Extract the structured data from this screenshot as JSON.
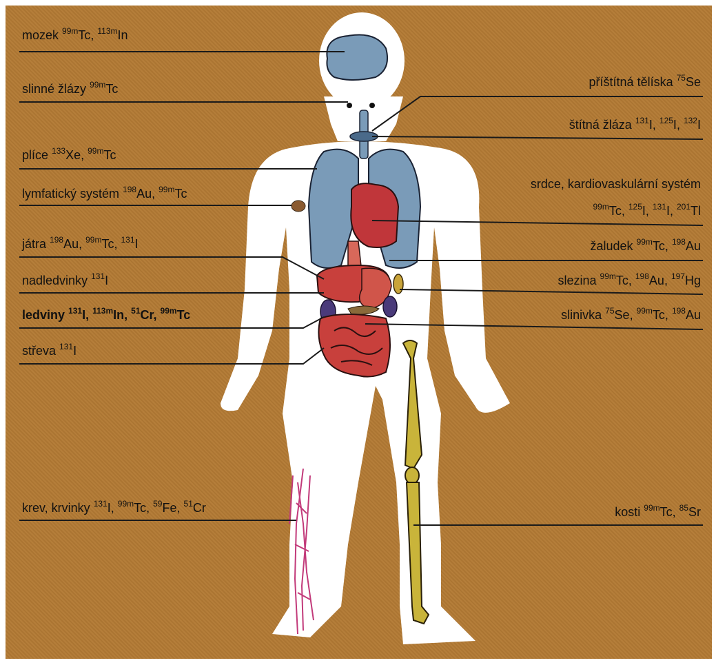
{
  "labels": {
    "mozek": {
      "text": "mozek",
      "iso": [
        [
          "99m",
          "Tc"
        ],
        [
          "113m",
          "In"
        ]
      ]
    },
    "slinne": {
      "text": "slinné žlázy",
      "iso": [
        [
          "99m",
          "Tc"
        ]
      ]
    },
    "plice": {
      "text": "plíce",
      "iso": [
        [
          "133",
          "Xe"
        ],
        [
          "99m",
          "Tc"
        ]
      ]
    },
    "lymf": {
      "text": "lymfatický systém",
      "iso": [
        [
          "198",
          "Au"
        ],
        [
          "99m",
          "Tc"
        ]
      ]
    },
    "jatra": {
      "text": "játra",
      "iso": [
        [
          "198",
          "Au"
        ],
        [
          "99m",
          "Tc"
        ],
        [
          "131",
          "I"
        ]
      ]
    },
    "nadled": {
      "text": "nadledvinky",
      "iso": [
        [
          "131",
          "I"
        ]
      ]
    },
    "ledviny": {
      "text": "ledviny",
      "iso": [
        [
          "131",
          "I"
        ],
        [
          "113m",
          "In"
        ],
        [
          "51",
          "Cr"
        ],
        [
          "99m",
          "Tc"
        ]
      ]
    },
    "streva": {
      "text": "střeva",
      "iso": [
        [
          "131",
          "I"
        ]
      ]
    },
    "krev": {
      "text": "krev, krvinky",
      "iso": [
        [
          "131",
          "I"
        ],
        [
          "99m",
          "Tc"
        ],
        [
          "59",
          "Fe"
        ],
        [
          "51",
          "Cr"
        ]
      ]
    },
    "pristit": {
      "text": "příštítná tělíska",
      "iso": [
        [
          "75",
          "Se"
        ]
      ]
    },
    "stitna": {
      "text": "štítná žláza",
      "iso": [
        [
          "131",
          "I"
        ],
        [
          "125",
          "I"
        ],
        [
          "132",
          "I"
        ]
      ]
    },
    "srdce": {
      "text": "srdce, kardiovaskulární systém",
      "iso": []
    },
    "srdce2": {
      "text": "",
      "iso": [
        [
          "99m",
          "Tc"
        ],
        [
          "125",
          "I"
        ],
        [
          "131",
          "I"
        ],
        [
          "201",
          "Tl"
        ]
      ]
    },
    "zaludek": {
      "text": "žaludek",
      "iso": [
        [
          "99m",
          "Tc"
        ],
        [
          "198",
          "Au"
        ]
      ]
    },
    "slezina": {
      "text": "slezina",
      "iso": [
        [
          "99m",
          "Tc"
        ],
        [
          "198",
          "Au"
        ],
        [
          "197",
          "Hg"
        ]
      ]
    },
    "slinivka": {
      "text": "slinivka",
      "iso": [
        [
          "75",
          "Se"
        ],
        [
          "99m",
          "Tc"
        ],
        [
          "198",
          "Au"
        ]
      ]
    },
    "kosti": {
      "text": "kosti",
      "iso": [
        [
          "99m",
          "Tc"
        ],
        [
          "85",
          "Sr"
        ]
      ]
    }
  },
  "colors": {
    "background": "#b37a34",
    "body": "#ffffff",
    "lungs": "#7a9bb8",
    "heart": "#c0363a",
    "liver": "#c8403c",
    "kidneys": "#4a3a7a",
    "bone": "#c9b43a",
    "blood": "#c23a7a"
  }
}
